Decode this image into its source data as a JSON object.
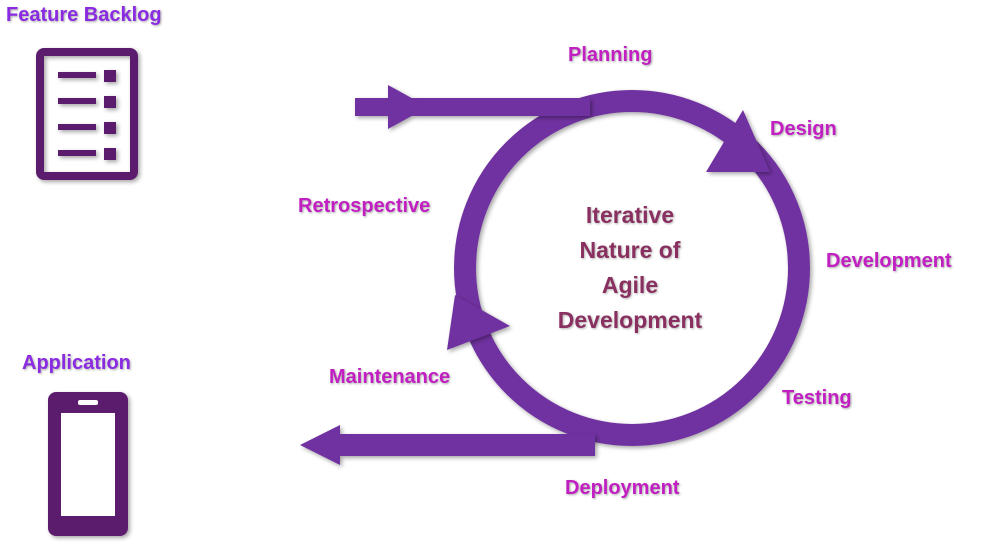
{
  "backlog": {
    "title": "Feature Backlog",
    "icon": "backlog-list-icon"
  },
  "application": {
    "title": "Application",
    "icon": "mobile-phone-icon"
  },
  "cycle": {
    "center_lines": [
      "Iterative",
      "Nature of",
      "Agile",
      "Development"
    ],
    "stages": {
      "planning": "Planning",
      "design": "Design",
      "development": "Development",
      "testing": "Testing",
      "deployment": "Deployment",
      "maintenance": "Maintenance",
      "retrospective": "Retrospective"
    }
  },
  "colors": {
    "ring": "#7030a0",
    "side_label": "#8a2be2",
    "stage_label": "#c21fc2",
    "center_text": "#8a3060",
    "icon": "#5c1f6e"
  }
}
